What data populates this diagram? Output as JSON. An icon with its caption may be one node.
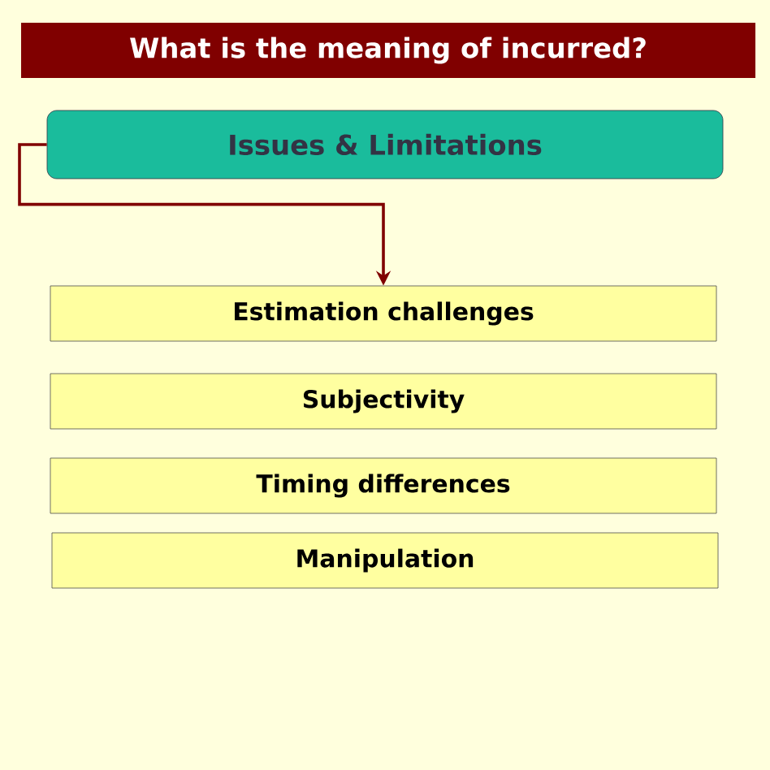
{
  "diagram": {
    "title": "What is the meaning of incurred?",
    "nodes": [
      {
        "text": [
          "Issues & Limitations"
        ]
      },
      {
        "text": [
          "Estimation challenges"
        ]
      },
      {
        "text": [
          "Subjectivity"
        ]
      },
      {
        "text": [
          "Timing differences"
        ]
      },
      {
        "text": [
          "Manipulation"
        ]
      }
    ],
    "edges": [
      {
        "from": 0,
        "to": 1,
        "arrow": "to"
      }
    ]
  }
}
